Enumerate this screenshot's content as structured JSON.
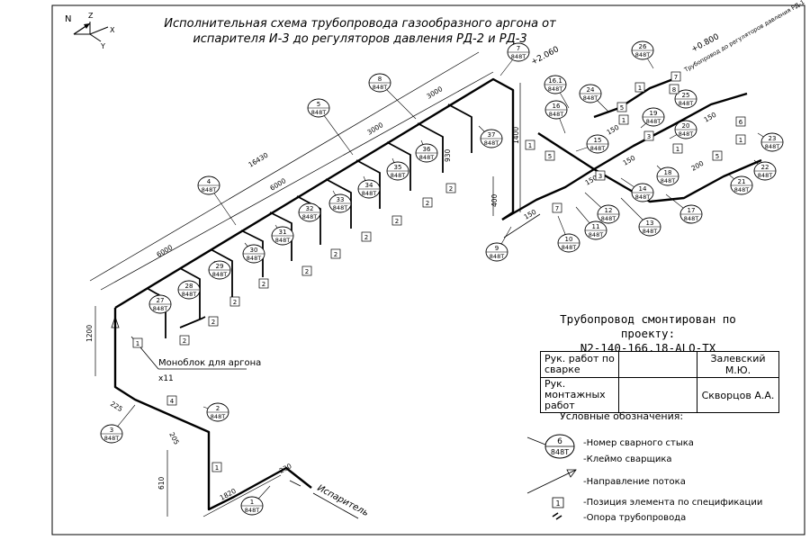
{
  "title": {
    "line1": "Исполнительная схема трубопровода газообразного аргона от",
    "line2": "испарителя И-3 до регуляторов давления РД-2 и РД-3"
  },
  "axes": {
    "n": "N",
    "z": "Z",
    "y": "Y",
    "x": "X"
  },
  "project": {
    "line1": "Трубопровод смонтирован по проекту:",
    "line2": "N2-140-166.18-ALO-TX"
  },
  "signatures": [
    {
      "role": "Рук. работ по сварке",
      "name": "Залевский М.Ю."
    },
    {
      "role": "Рук. монтажных работ",
      "name": "Скворцов А.А."
    }
  ],
  "legend": {
    "title": "Условные обозначения:",
    "weld_example": {
      "number": "6",
      "stamp": "848Т"
    },
    "items": [
      "-Номер сварного стыка",
      "-Клеймо сварщика",
      "-Направление потока",
      "-Позиция элемента по спецификации",
      "-Опора трубопровода"
    ],
    "position_example": "1"
  },
  "labels": {
    "monoblock": "Моноблок для аргона",
    "x11": "x11",
    "evaporator": "Испаритель",
    "elev1": "+2.060",
    "elev2": "+0.800",
    "to_regulators": "Трубопровод до регуляторов давления РД-1"
  },
  "dims": {
    "d6000a": "6000",
    "d6000b": "6000",
    "d16430": "16430",
    "d3000a": "3000",
    "d3000b": "3000",
    "d1200": "1200",
    "d1400": "1400",
    "d930": "930",
    "d400": "400",
    "d225": "225",
    "d205": "205",
    "d610": "610",
    "d1820": "1820",
    "d230": "230",
    "d150a": "150",
    "d150b": "150",
    "d150c": "150",
    "d150d": "150",
    "d150e": "150",
    "d200": "200"
  },
  "welds": [
    {
      "n": "1",
      "s": "848Т"
    },
    {
      "n": "2",
      "s": "848Т"
    },
    {
      "n": "3",
      "s": "848Т"
    },
    {
      "n": "4",
      "s": "848Т"
    },
    {
      "n": "5",
      "s": "848Т"
    },
    {
      "n": "6",
      "s": "848Т"
    },
    {
      "n": "7",
      "s": "848Т"
    },
    {
      "n": "8",
      "s": "848Т"
    },
    {
      "n": "9",
      "s": "848Т"
    },
    {
      "n": "10",
      "s": "848Т"
    },
    {
      "n": "11",
      "s": "848Т"
    },
    {
      "n": "12",
      "s": "848Т"
    },
    {
      "n": "13",
      "s": "848Т"
    },
    {
      "n": "14",
      "s": "848Т"
    },
    {
      "n": "15",
      "s": "848Т"
    },
    {
      "n": "16",
      "s": "848Т"
    },
    {
      "n": "16.1",
      "s": "848Т"
    },
    {
      "n": "17",
      "s": "848Т"
    },
    {
      "n": "18",
      "s": "848Т"
    },
    {
      "n": "19",
      "s": "848Т"
    },
    {
      "n": "20",
      "s": "848Т"
    },
    {
      "n": "21",
      "s": "848Т"
    },
    {
      "n": "22",
      "s": "848Т"
    },
    {
      "n": "23",
      "s": "848Т"
    },
    {
      "n": "24",
      "s": "848Т"
    },
    {
      "n": "25",
      "s": "848Т"
    },
    {
      "n": "26",
      "s": "848Т"
    },
    {
      "n": "27",
      "s": "848Т"
    },
    {
      "n": "28",
      "s": "848Т"
    },
    {
      "n": "29",
      "s": "848Т"
    },
    {
      "n": "30",
      "s": "848Т"
    },
    {
      "n": "31",
      "s": "848Т"
    },
    {
      "n": "32",
      "s": "848Т"
    },
    {
      "n": "33",
      "s": "848Т"
    },
    {
      "n": "34",
      "s": "848Т"
    },
    {
      "n": "35",
      "s": "848Т"
    },
    {
      "n": "36",
      "s": "848Т"
    },
    {
      "n": "37",
      "s": "848Т"
    }
  ],
  "positions": [
    "1",
    "2",
    "3",
    "4",
    "5",
    "6",
    "7",
    "8"
  ]
}
